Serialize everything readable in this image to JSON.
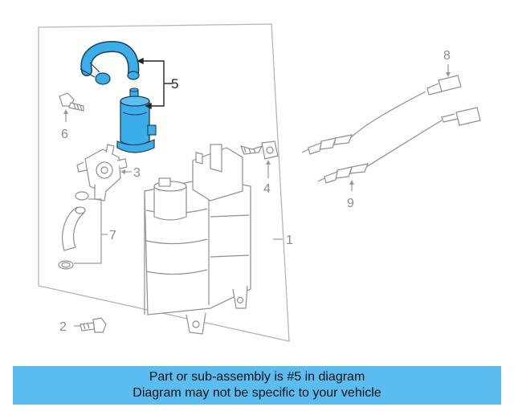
{
  "diagram": {
    "callouts": {
      "c1": "1",
      "c2": "2",
      "c3": "3",
      "c4": "4",
      "c5": "5",
      "c6": "6",
      "c7": "7",
      "c8": "8",
      "c9": "9"
    },
    "highlight_color": "#3aaee8",
    "line_color": "#9a9a9a"
  },
  "banner": {
    "line1": "Part or sub-assembly is #5 in diagram",
    "line2": "Diagram may not be specific to your vehicle",
    "background": "#5bbcf0"
  }
}
